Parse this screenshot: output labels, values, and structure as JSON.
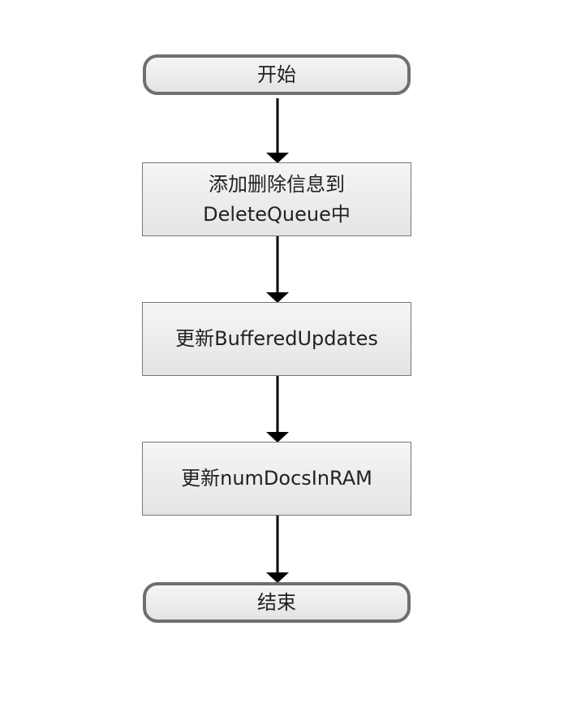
{
  "flowchart": {
    "start": {
      "label": "开始"
    },
    "steps": [
      {
        "line1": "添加删除信息到",
        "line2": "DeleteQueue中"
      },
      {
        "label": "更新BufferedUpdates"
      },
      {
        "label": "更新numDocsInRAM"
      }
    ],
    "end": {
      "label": "结束"
    }
  },
  "colors": {
    "node_border": "#777777",
    "terminal_border": "#6f6f6f",
    "node_fill_top": "#f5f5f5",
    "node_fill_bottom": "#e4e4e4",
    "arrow": "#000000",
    "text": "#222222"
  }
}
